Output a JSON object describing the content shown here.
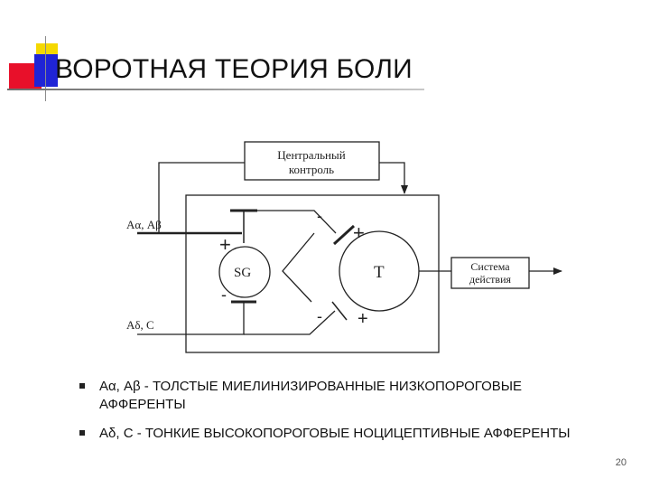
{
  "title": "ВОРОТНАЯ ТЕОРИЯ БОЛИ",
  "diagram": {
    "central_control": [
      "Центральный",
      "контроль"
    ],
    "input_large": "Aα, Aβ",
    "input_small": "Aδ, C",
    "sg_label": "SG",
    "t_label": "T",
    "action_system": [
      "Система",
      "действия"
    ],
    "plus": "+",
    "minus": "-"
  },
  "bullets": [
    {
      "lines": [
        "Aα, Aβ - ТОЛСТЫЕ МИЕЛИНИЗИРОВАННЫЕ НИЗКОПОРОГОВЫЕ",
        "АФФЕРЕНТЫ"
      ]
    },
    {
      "lines": [
        "Aδ, C - ТОНКИЕ ВЫСОКОПОРОГОВЫЕ НОЦИЦЕПТИВНЫЕ АФФЕРЕНТЫ"
      ]
    }
  ],
  "page_number": "20",
  "colors": {
    "accent_yellow": "#f5d800",
    "accent_red": "#e8102a",
    "accent_blue": "#1f24d6"
  }
}
